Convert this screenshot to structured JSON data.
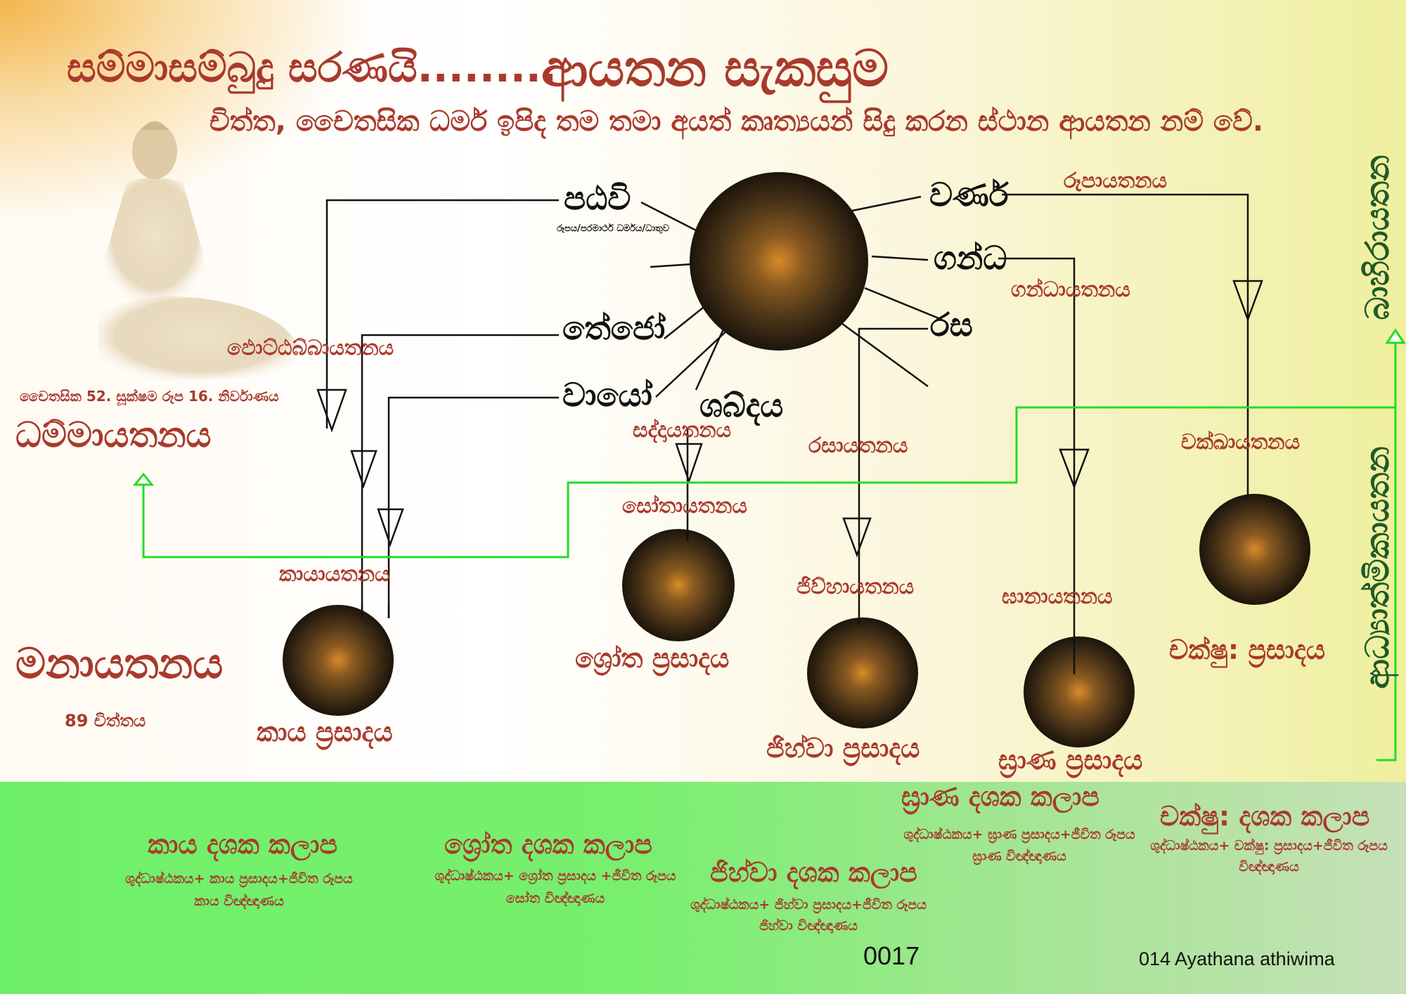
{
  "title": {
    "left": "සම්මාසම්බුදු  සරණයි.........",
    "right": "ආයතන සැකසුම"
  },
  "definition": "චිත්ත, චෛතසික ධර්ම ඉපිද තම තමා අයත් කෘත්‍යයන් සිදු කරන ස්ථාන ආයතන නම් වේ.",
  "elements": {
    "pathavi": "පඨවි",
    "pathavi_note": "රූපය/පරමාර්ථ ධර්මය/ධාතුව",
    "tejo": "තේජෝ",
    "vayo": "වායෝ",
    "shabda": "ශබ්දය",
    "varna": "වර්ණ",
    "gandha": "ගන්ධ",
    "rasa": "රස"
  },
  "ayatana": {
    "rupa": "රූපායතනය",
    "gandha": "ගන්ධායතනය",
    "sadda": "සද්දායතනය",
    "rasa": "රසායතනය",
    "chakku": "චක්ඛායතනය",
    "sota": "සෝතායතනය",
    "jivha": "ජිව්හායතනය",
    "ghana": "ඝානායතනය",
    "kaya": "කායායතනය",
    "photthabba": "ඵොට්ඨබ්බායතනය",
    "dhamma": "ධම්මායතනය",
    "mana": "මනායතනය"
  },
  "dhamma_note": "චෛතසික 52. සූක්ෂම රූප 16. නිර්වාණය",
  "mana_note": "89 චිත්තය",
  "prasada": {
    "kaya": "කාය ප්‍රසාදය",
    "shrotra": "ශ්‍රෝත ප්‍රසාදය",
    "jivha": "ජිහ්වා ප්‍රසාදය",
    "ghrana": "ඝ්‍රාණ ප්‍රසාදය",
    "chakshu": "චක්ෂු: ප්‍රසාදය"
  },
  "side_labels": {
    "bahira": "බාහිරායතන",
    "ajjhattika": "ආධ්‍යාත්මිකායතන"
  },
  "kalapa": {
    "kaya": {
      "name": "කාය දශක කලාප",
      "line1": "ශුද්ධාෂ්ඨකය+ කාය ප්‍රසාදය+ජීවිත රූපය",
      "line2": "කාය විඥ්ඥාණය"
    },
    "shrotra": {
      "name": "ශ්‍රෝත දශක කලාප",
      "line1": "ශුද්ධාෂ්ඨකය+ ශ්‍රෝත ප්‍රසාදය +ජීවිත රූපය",
      "line2": "සෝත විඥ්ඥාණය"
    },
    "jivha": {
      "name": "ජිහ්වා දශක කලාප",
      "line1": "ශුද්ධාෂ්ඨකය+ ජිහ්වා ප්‍රසාදය+ජීවිත රූපය",
      "line2": "ජිහ්වා විඥ්ඥාණය"
    },
    "ghrana": {
      "name": "ඝ්‍රාණ දශක කලාප",
      "line1": "ශුද්ධාෂ්ඨකය+ ඝ්‍රාණ ප්‍රසාදය+ජීවිත රූපය",
      "line2": "ඝ්‍රාණ විඥ්ඥාණය"
    },
    "chakshu": {
      "name": "චක්ෂු: දශක කලාප",
      "line1": "ශුද්ධාෂ්ඨකය+ චක්ෂු: ප්‍රසාදය+ජීවිත රූපය",
      "line2": "විඥ්ඥාණය"
    }
  },
  "footer": {
    "number": "0017",
    "caption": "014 Ayathana athiwima"
  },
  "colors": {
    "text_red": "#a83a2c",
    "side_green": "#1f5a25",
    "connector_green": "#22dd22",
    "band_green": "#6ff06a"
  }
}
